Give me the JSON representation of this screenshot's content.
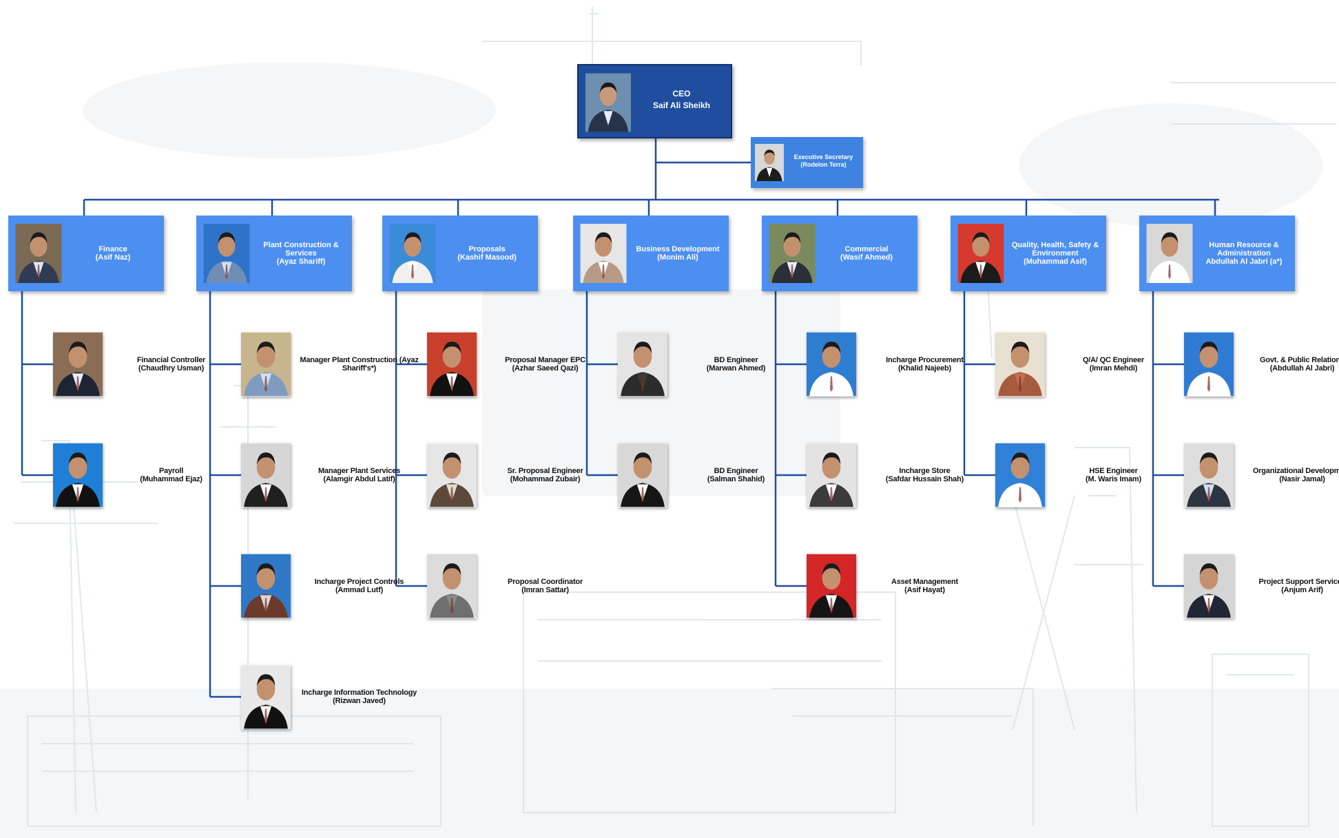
{
  "ceo": {
    "title": "CEO",
    "name": "Saif Ali Sheikh"
  },
  "secretary": {
    "title": "Executive Secretary",
    "name": "(Rodelon Terra)"
  },
  "departments": [
    {
      "title": "Finance",
      "name": "(Asif Naz)",
      "bg": "#7a6a55",
      "shirt": "#dfe7f2",
      "jacket": "#2e3b52",
      "members": [
        {
          "title": "Financial Controller",
          "name": "(Chaudhry Usman)",
          "bg": "#8b6d55",
          "shirt": "#e9eef5",
          "jacket": "#1e2433"
        },
        {
          "title": "Payroll",
          "name": "(Muhammad Ejaz)",
          "bg": "#1f7fd6",
          "shirt": "#ffffff",
          "jacket": "#111111"
        }
      ]
    },
    {
      "title": "Plant Construction & Services",
      "name": "(Ayaz Shariff)",
      "bg": "#2e73c9",
      "shirt": "#cfe0f5",
      "jacket": "#6f8db5",
      "members": [
        {
          "title": "Manager Plant Construction (Ayaz Shariff's*)",
          "name": "",
          "bg": "#c7b58d",
          "shirt": "#cfe0f5",
          "jacket": "#7f9bc0"
        },
        {
          "title": "Manager Plant Services",
          "name": "(Alamgir Abdul Latif)",
          "bg": "#d6d6d6",
          "shirt": "#ffffff",
          "jacket": "#202020"
        },
        {
          "title": "Incharge Project Controls",
          "name": "(Ammad Lutf)",
          "bg": "#2f78c8",
          "shirt": "#d8d8d8",
          "jacket": "#6b3a2a"
        },
        {
          "title": "Incharge Information Technology",
          "name": "(Rizwan Javed)",
          "bg": "#e8e8e8",
          "shirt": "#f0f0f0",
          "jacket": "#111111"
        }
      ]
    },
    {
      "title": "Proposals",
      "name": "(Kashif Masood)",
      "bg": "#3a8bd8",
      "shirt": "#ffffff",
      "jacket": "#f0f0f0",
      "members": [
        {
          "title": "Proposal Manager EPC",
          "name": "(Azhar Saeed Qazi)",
          "bg": "#c8402b",
          "shirt": "#ffffff",
          "jacket": "#111111"
        },
        {
          "title": "Sr. Proposal Engineer",
          "name": "(Mohammad Zubair)",
          "bg": "#e6e6e6",
          "shirt": "#e0ddd0",
          "jacket": "#5b4a3a"
        },
        {
          "title": "Proposal Coordinator",
          "name": "(Imran Sattar)",
          "bg": "#dcdcdc",
          "shirt": "#8a8a8a",
          "jacket": "#6f6f6f"
        }
      ]
    },
    {
      "title": "Business Development",
      "name": "(Monim Ali)",
      "bg": "#e6e6e6",
      "shirt": "#ffffff",
      "jacket": "#b79a86",
      "members": [
        {
          "title": "BD Engineer",
          "name": "(Marwan Ahmed)",
          "bg": "#e4e4e4",
          "shirt": "#3a3a3a",
          "jacket": "#2b2b2b"
        },
        {
          "title": "BD Engineer",
          "name": "(Salman Shahid)",
          "bg": "#d8d8d8",
          "shirt": "#ffffff",
          "jacket": "#161616"
        }
      ]
    },
    {
      "title": "Commercial",
      "name": "(Wasif Ahmed)",
      "bg": "#7a8a5e",
      "shirt": "#e6ecf2",
      "jacket": "#2a2f38",
      "members": [
        {
          "title": "Incharge Procurement",
          "name": "(Khalid Najeeb)",
          "bg": "#2f7dd0",
          "shirt": "#ffffff",
          "jacket": "#ffffff"
        },
        {
          "title": "Incharge Store",
          "name": "(Safdar Hussain Shah)",
          "bg": "#e3e3e3",
          "shirt": "#ffffff",
          "jacket": "#3b3b3b"
        },
        {
          "title": "Asset Management",
          "name": "(Asif Hayat)",
          "bg": "#d42626",
          "shirt": "#ffffff",
          "jacket": "#141414"
        }
      ]
    },
    {
      "title": "Quality, Health, Safety & Environment",
      "name": "(Muhammad Asif)",
      "bg": "#d63a2e",
      "shirt": "#ffffff",
      "jacket": "#1b1b1b",
      "members": [
        {
          "title": "Q/A/ QC Engineer",
          "name": "(Imran Mehdi)",
          "bg": "#e8e0d0",
          "shirt": "#c46f4e",
          "jacket": "#a65a3e"
        },
        {
          "title": "HSE Engineer",
          "name": "(M. Waris Imam)",
          "bg": "#2f80d6",
          "shirt": "#ffffff",
          "jacket": "#ffffff"
        }
      ]
    },
    {
      "title": "Human Resource & Administration",
      "name": "Abdullah Al Jabri (a*)",
      "bg": "#d8d8d8",
      "shirt": "#ffffff",
      "jacket": "#ffffff",
      "members": [
        {
          "title": "Govt. & Public Relations",
          "name": "(Abdullah Al Jabri)",
          "bg": "#2f7bd4",
          "shirt": "#ffffff",
          "jacket": "#ffffff"
        },
        {
          "title": "Organizational Development",
          "name": "(Nasir Jamal)",
          "bg": "#dedede",
          "shirt": "#cfe0f5",
          "jacket": "#2e3440"
        },
        {
          "title": "Project Support Services",
          "name": "(Anjum Arif)",
          "bg": "#d5d5d5",
          "shirt": "#ffffff",
          "jacket": "#202633"
        }
      ]
    }
  ],
  "colors": {
    "ceo_box": "#1f4e9e",
    "head_box": "#4d8ff0",
    "connector": "#1f4e9e"
  }
}
